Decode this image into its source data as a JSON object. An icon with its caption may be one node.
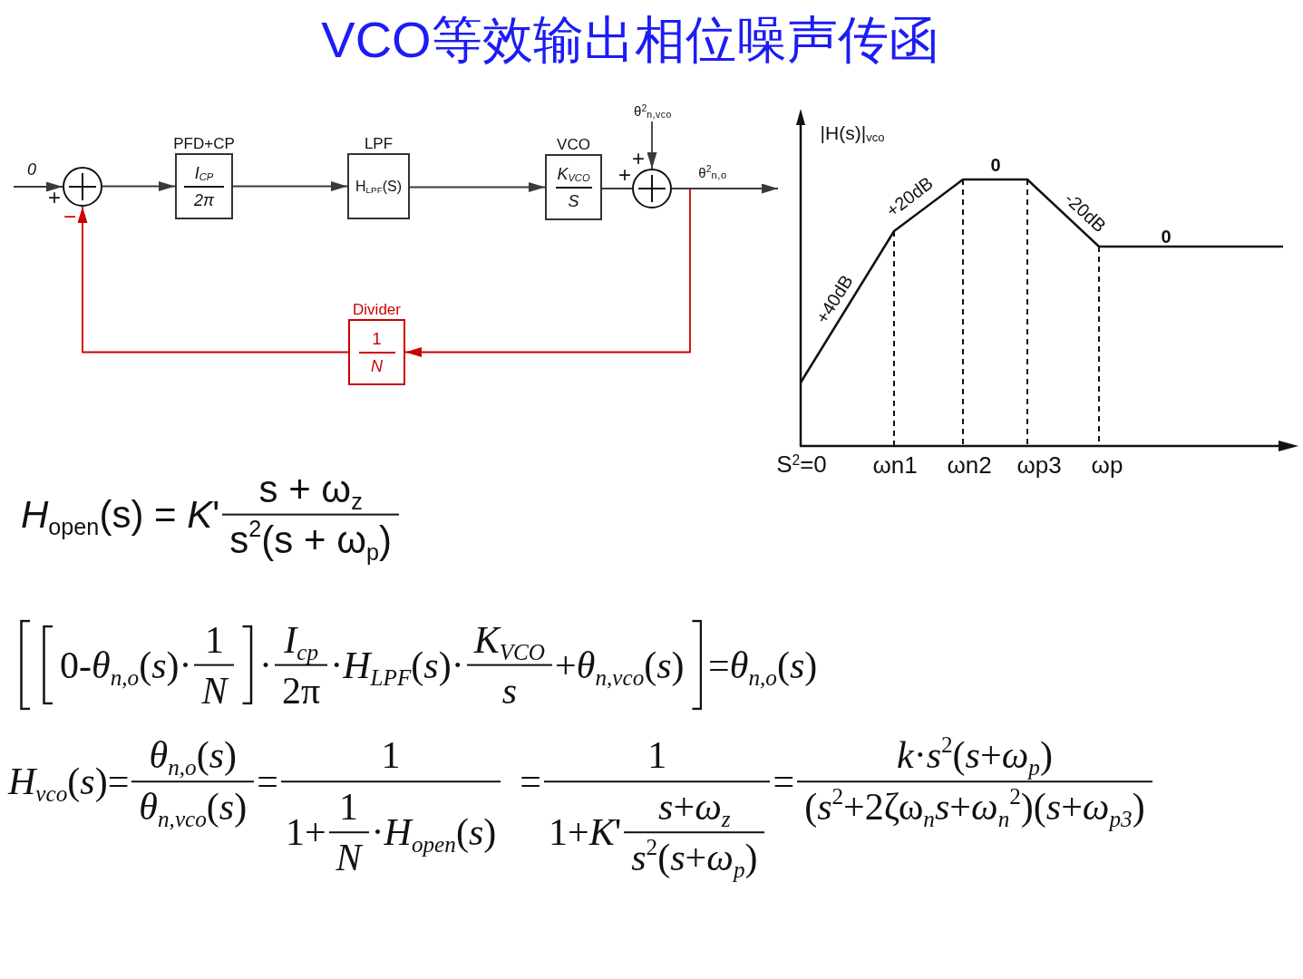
{
  "diagram": {
    "title": "VCO等效输出相位噪声传函",
    "nodes": [
      {
        "text": [],
        "shape": "circle",
        "beside": [
          "+",
          "−"
        ]
      },
      {
        "text": [
          "PFD+CP",
          "I$_{CP}$",
          "2π"
        ]
      },
      {
        "text": [
          "LPF",
          "H$_{LPF}$(S)"
        ]
      },
      {
        "text": [
          "VCO",
          "K$_{VCO}$",
          "S"
        ]
      },
      {
        "text": [],
        "shape": "circle",
        "beside": [
          "+",
          "+"
        ]
      },
      {
        "text": [
          "θ$^{2}$$_{n,vco}$"
        ]
      },
      {
        "text": [
          "Divider",
          "1",
          "N"
        ]
      }
    ],
    "edges": [
      {
        "from": null,
        "to": 0,
        "arrow": "to",
        "label": "0"
      },
      {
        "from": 0,
        "to": 1,
        "arrow": "to"
      },
      {
        "from": 1,
        "to": 2,
        "arrow": "to"
      },
      {
        "from": 2,
        "to": 3,
        "arrow": "to"
      },
      {
        "from": 3,
        "to": 4,
        "arrow": "none"
      },
      {
        "from": 5,
        "to": 4,
        "arrow": "to"
      },
      {
        "from": 4,
        "to": null,
        "arrow": "to",
        "label": "θ$^{2}$$_{n,o}$"
      },
      {
        "from": 4,
        "to": 6,
        "arrow": "to",
        "color": "#cc0000"
      },
      {
        "from": 6,
        "to": 0,
        "arrow": "to",
        "color": "#cc0000"
      }
    ],
    "labels": [
      "|H(s)|$_{vco}$",
      "+40dB",
      "+20dB",
      "0",
      "-20dB",
      "0",
      "S$^{2}$=0",
      "ωn1",
      "ωn2",
      "ωp3",
      "ωp",
      "*H*$_{open}$(s) = *K*'",
      "s + ω$_{z}$",
      "s$^{2}$(s + ω$_{p}$)",
      "0-*θ*$_{n,o}$(*s*)·",
      "1",
      "N",
      "·",
      "I$_{cp}$",
      "2π",
      "·*H*$_{LPF}$(*s*)·",
      "K$_{VCO}$",
      "s",
      "+*θ*$_{n,vco}$(*s*)",
      "=*θ*$_{n,o}$(*s*)",
      "*H*$_{vco}$(*s*)=",
      "*θ*$_{n,o}$(*s*)",
      "*θ*$_{n,vco}$(*s*)",
      "=",
      "1",
      "1+",
      "1",
      "N",
      "·*H*$_{open}$(*s*)",
      "=",
      "1",
      "1+*K*'",
      "*s*+*ω*$_{z}$",
      "*s*$^{2}$(*s*+*ω*$_{p}$)",
      "=",
      "*k*·*s*$^{2}$(*s*+*ω*$_{p}$)",
      "(*s*$^{2}$+2ζω$_{n}$*s*+*ω*$_{n}$$^{2}$)(*s*+*ω*$_{p3}$)"
    ]
  }
}
